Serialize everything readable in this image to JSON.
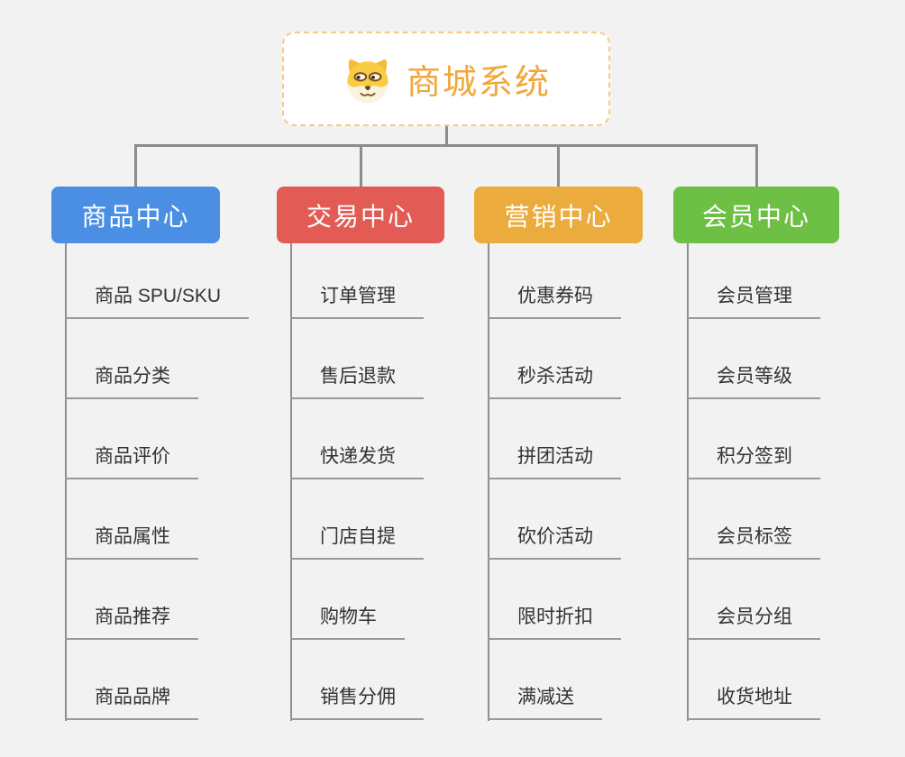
{
  "root": {
    "title": "商城系统",
    "icon": "dog-face-icon"
  },
  "branches": [
    {
      "label": "商品中心",
      "color": "#4A8FE4",
      "children": [
        "商品 SPU/SKU",
        "商品分类",
        "商品评价",
        "商品属性",
        "商品推荐",
        "商品品牌"
      ]
    },
    {
      "label": "交易中心",
      "color": "#E25B55",
      "children": [
        "订单管理",
        "售后退款",
        "快递发货",
        "门店自提",
        "购物车",
        "销售分佣"
      ]
    },
    {
      "label": "营销中心",
      "color": "#EBAB3D",
      "children": [
        "优惠券码",
        "秒杀活动",
        "拼团活动",
        "砍价活动",
        "限时折扣",
        "满减送"
      ]
    },
    {
      "label": "会员中心",
      "color": "#6DC044",
      "children": [
        "会员管理",
        "会员等级",
        "积分签到",
        "会员标签",
        "会员分组",
        "收货地址"
      ]
    }
  ],
  "colors": {
    "background": "#F2F2F2",
    "connector": "#8C8C8C",
    "trunk": "#8F8F8F",
    "leaf_underline": "#999999",
    "leaf_text": "#333333",
    "root_title": "#F0A83C",
    "root_border": "#F6CB80",
    "branch_text": "#FFFFFF"
  }
}
